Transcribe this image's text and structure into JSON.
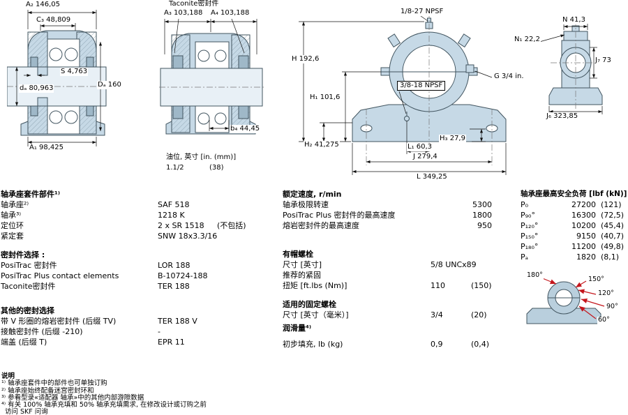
{
  "drawings": {
    "front_view": {
      "a2": "A₂ 146,05",
      "c3": "C₃ 48,809",
      "s": "S 4,763",
      "da_bore": "dₐ 80,963",
      "da_outer": "Dₐ 160",
      "a1": "A₁ 98,425"
    },
    "taconite_view": {
      "title": "Taconite密封件",
      "a3": "A₃ 103,188",
      "a4": "A₄ 103,188",
      "b4": "b₄ 44,45",
      "oil_label": "油位, 英寸 [in. (mm)]",
      "oil_value": "1.1/2",
      "oil_value_mm": "(38)"
    },
    "elevation_view": {
      "npsf_top": "1/8-27 NPSF",
      "h": "H 192,6",
      "h1": "H₁ 101,6",
      "npsf_side": "3/8-18 NPSF",
      "g": "G 3/4 in.",
      "h2": "H₂ 41,275",
      "h3": "H₃ 27,9",
      "l1": "L₁ 60,3",
      "j": "J 279,4",
      "l": "L 349,25"
    },
    "end_view": {
      "n": "N 41,3",
      "n1": "N₁ 22,2",
      "j7": "J₇ 73",
      "j6": "J₆ 323,85"
    },
    "load_diagram": {
      "angles": [
        "180°",
        "150°",
        "120°",
        "90°",
        "60°"
      ]
    }
  },
  "components": {
    "title": "轴承座套件部件¹⁾",
    "rows": [
      {
        "label": "轴承座²⁾",
        "value": "SAF 518",
        "note": ""
      },
      {
        "label": "轴承³⁾",
        "value": "1218 K",
        "note": ""
      },
      {
        "label": "定位环",
        "value": "2 x SR 1518",
        "note": "(不包括)"
      },
      {
        "label": "紧定套",
        "value": "SNW 18x3.3/16",
        "note": ""
      }
    ]
  },
  "seals": {
    "title": "密封件选择 :",
    "rows": [
      {
        "label": "PosiTrac 密封件",
        "value": "LOR 188"
      },
      {
        "label": "PosiTrac Plus contact elements",
        "value": "B-10724-188"
      },
      {
        "label": "Taconite密封件",
        "value": "TER 188"
      }
    ]
  },
  "other_seals": {
    "title": "其他的密封选择",
    "rows": [
      {
        "label": "带 V 形圈的熔岩密封件 (后缀 TV)",
        "value": "TER 188 V"
      },
      {
        "label": "接触密封件 (后缀 -210)",
        "value": "-"
      },
      {
        "label": "端盖 (后缀 T)",
        "value": "EPR 11"
      }
    ]
  },
  "speeds": {
    "title": "额定速度, r/min",
    "rows": [
      {
        "label": "轴承极限转速",
        "value": "5300"
      },
      {
        "label": "PosiTrac Plus 密封件的最高速度",
        "value": "1800"
      },
      {
        "label": "熔岩密封件的最高速度",
        "value": "950"
      }
    ]
  },
  "cap_bolts": {
    "title": "有帽螺栓",
    "rows": [
      {
        "label": "尺寸 [英寸]",
        "v1": "5/8 UNCx89",
        "v2": ""
      },
      {
        "label": "推荐的紧固",
        "v1": "",
        "v2": ""
      },
      {
        "label": "扭矩 [ft.lbs (Nm)]",
        "v1": "110",
        "v2": "(150)"
      }
    ]
  },
  "attachment_bolts": {
    "title": "适用的固定螺栓",
    "rows": [
      {
        "label": "尺寸 [英寸（毫米）]",
        "v1": "3/4",
        "v2": "(20)"
      }
    ]
  },
  "grease": {
    "title": "润滑量⁴⁾",
    "rows": [
      {
        "label": "初步填充, lb (kg)",
        "v1": "0,9",
        "v2": "(0,4)"
      }
    ]
  },
  "loads": {
    "title": "轴承座最高安全负荷 [lbf (kN)]",
    "rows": [
      {
        "label": "P₀",
        "v1": "27200",
        "v2": "(121)"
      },
      {
        "label": "P₉₀°",
        "v1": "16300",
        "v2": "(72,5)"
      },
      {
        "label": "P₁₂₀°",
        "v1": "10200",
        "v2": "(45,4)"
      },
      {
        "label": "P₁₅₀°",
        "v1": "9150",
        "v2": "(40,7)"
      },
      {
        "label": "P₁₈₀°",
        "v1": "11200",
        "v2": "(49,8)"
      },
      {
        "label": "Pₐ",
        "v1": "1820",
        "v2": "(8,1)"
      }
    ]
  },
  "notes": {
    "title": "说明",
    "lines": [
      "¹⁾ 轴承座套件中的部件也可单独订购",
      "²⁾ 轴承座始终配备迷宫密封环和",
      "³⁾ 参看型录«适配器 轴承»中的其他内部游隙数据",
      "⁴⁾ 有关 100% 轴承充填和 50% 轴承充填需求, 在修改设计或订购之前",
      "访问 SKF 问询"
    ]
  }
}
